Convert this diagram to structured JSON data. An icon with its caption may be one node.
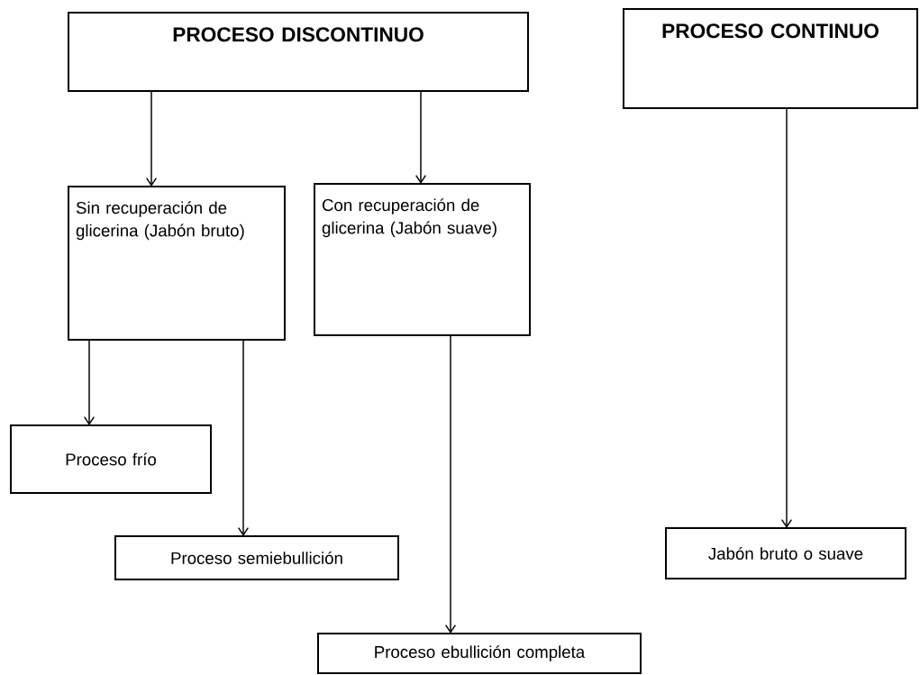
{
  "diagram": {
    "nodes": [
      {
        "text": [
          "PROCESO DISCONTINUO"
        ]
      },
      {
        "text": [
          "PROCESO CONTINUO"
        ]
      },
      {
        "text": [
          "Sin recuperación de glicerina (Jabón bruto)"
        ]
      },
      {
        "text": [
          "Con recuperación de glicerina (Jabón suave)"
        ]
      },
      {
        "text": [
          "Proceso frío"
        ]
      },
      {
        "text": [
          "Proceso semiebullición"
        ]
      },
      {
        "text": [
          "Jabón bruto o suave"
        ]
      },
      {
        "text": [
          "Proceso ebullición completa"
        ]
      }
    ],
    "edges": [
      {
        "from": 0,
        "to": 2,
        "arrow": "to"
      },
      {
        "from": 0,
        "to": 3,
        "arrow": "to"
      },
      {
        "from": 2,
        "to": 4,
        "arrow": "to"
      },
      {
        "from": 2,
        "to": 5,
        "arrow": "to"
      },
      {
        "from": 3,
        "to": 7,
        "arrow": "to"
      },
      {
        "from": 1,
        "to": 6,
        "arrow": "to"
      }
    ]
  }
}
